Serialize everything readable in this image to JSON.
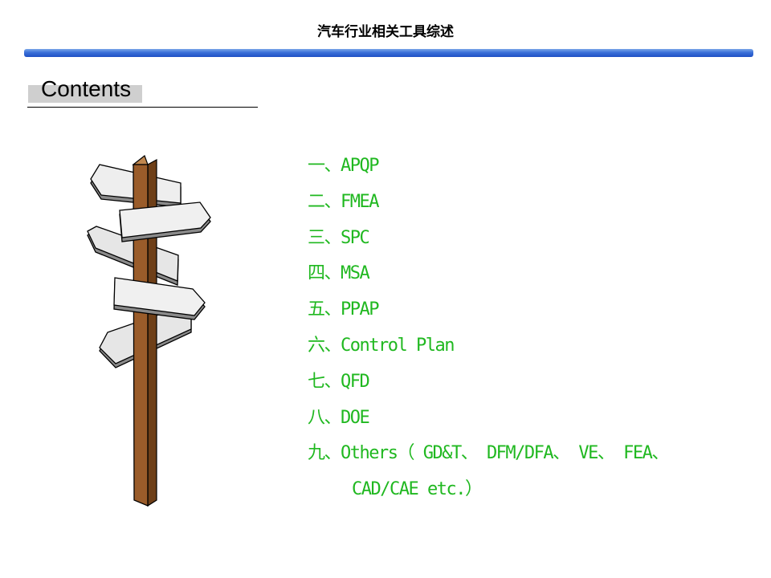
{
  "header": {
    "title": "汽车行业相关工具综述"
  },
  "section": {
    "title": "Contents"
  },
  "toc": {
    "items": [
      "一、APQP",
      "二、FMEA",
      "三、SPC",
      "四、MSA",
      "五、PPAP",
      "六、Control Plan",
      "七、QFD",
      "八、DOE",
      "九、Others（ GD&T、 DFM/DFA、 VE、 FEA、"
    ],
    "continuation": "CAD/CAE etc.）"
  },
  "colors": {
    "accent_bar": "#2a5fd0",
    "toc_text": "#20b820",
    "post_wood": "#9a5c2a",
    "sign_face": "#eeeeee"
  }
}
